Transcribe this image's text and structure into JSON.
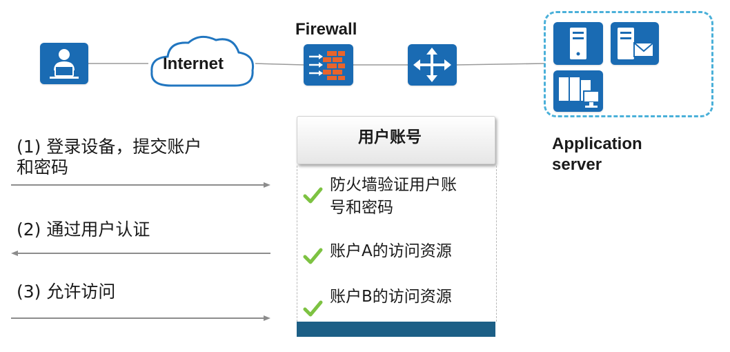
{
  "topology": {
    "firewall_label": "Firewall",
    "internet_label": "Internet",
    "app_server_label": "Application server",
    "accent_color": "#1a6bb3",
    "dashed_border_color": "#4ab0d9"
  },
  "steps": [
    {
      "text": "(1) 登录设备，提交账户和密码",
      "line1": "(1) 登录设备，提交账户",
      "line2": "和密码",
      "direction": "right"
    },
    {
      "text": "(2) 通过用户认证",
      "direction": "left"
    },
    {
      "text": "(3) 允许访问",
      "direction": "right"
    }
  ],
  "panel": {
    "title": "用户账号",
    "items": [
      {
        "line1": "防火墙验证用户账",
        "line2": "号和密码",
        "icon": "check-icon"
      },
      {
        "line1": "账户A的访问资源",
        "icon": "check-icon"
      },
      {
        "line1": "账户B的访问资源",
        "icon": "check-icon"
      }
    ],
    "check_color": "#7dc242",
    "footer_color": "#1c5f86"
  }
}
